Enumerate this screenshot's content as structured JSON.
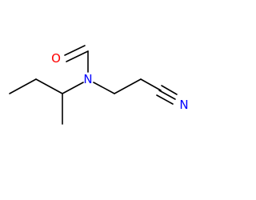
{
  "molecule": {
    "colors": {
      "bond": "#000000",
      "oxygen": "#ff0000",
      "nitrogen": "#0000ff"
    },
    "atoms": {
      "oxygen": {
        "symbol": "O"
      },
      "amide_nitrogen": {
        "symbol": "N"
      },
      "nitrile_nitrogen": {
        "symbol": "N"
      }
    }
  }
}
